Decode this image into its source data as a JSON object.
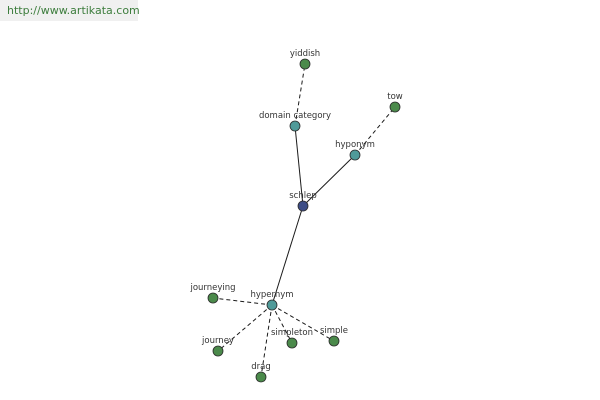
{
  "watermark": {
    "text": "http://www.artikata.com"
  },
  "colors": {
    "center": "#3d4d86",
    "relation": "#4f9a99",
    "leaf": "#4b8a4b"
  },
  "graph": {
    "center": {
      "id": "schlep",
      "label": "schlep",
      "type": "center"
    },
    "nodes": [
      {
        "id": "domain-category",
        "label": "domain category",
        "type": "relation"
      },
      {
        "id": "hyponym",
        "label": "hyponym",
        "type": "relation"
      },
      {
        "id": "hypernym",
        "label": "hypernym",
        "type": "relation"
      },
      {
        "id": "yiddish",
        "label": "yiddish",
        "type": "leaf"
      },
      {
        "id": "tow",
        "label": "tow",
        "type": "leaf"
      },
      {
        "id": "journeying",
        "label": "journeying",
        "type": "leaf"
      },
      {
        "id": "journey",
        "label": "journey",
        "type": "leaf"
      },
      {
        "id": "drag",
        "label": "drag",
        "type": "leaf"
      },
      {
        "id": "simpleton",
        "label": "simpleton",
        "type": "leaf"
      },
      {
        "id": "simple",
        "label": "simple",
        "type": "leaf"
      }
    ],
    "edges": [
      {
        "from": "schlep",
        "to": "domain-category",
        "style": "solid"
      },
      {
        "from": "schlep",
        "to": "hyponym",
        "style": "solid"
      },
      {
        "from": "schlep",
        "to": "hypernym",
        "style": "solid"
      },
      {
        "from": "domain-category",
        "to": "yiddish",
        "style": "dashed"
      },
      {
        "from": "hyponym",
        "to": "tow",
        "style": "dashed"
      },
      {
        "from": "hypernym",
        "to": "journeying",
        "style": "dashed"
      },
      {
        "from": "hypernym",
        "to": "journey",
        "style": "dashed"
      },
      {
        "from": "hypernym",
        "to": "drag",
        "style": "dashed"
      },
      {
        "from": "hypernym",
        "to": "simpleton",
        "style": "dashed"
      },
      {
        "from": "hypernym",
        "to": "simple",
        "style": "dashed"
      }
    ]
  }
}
